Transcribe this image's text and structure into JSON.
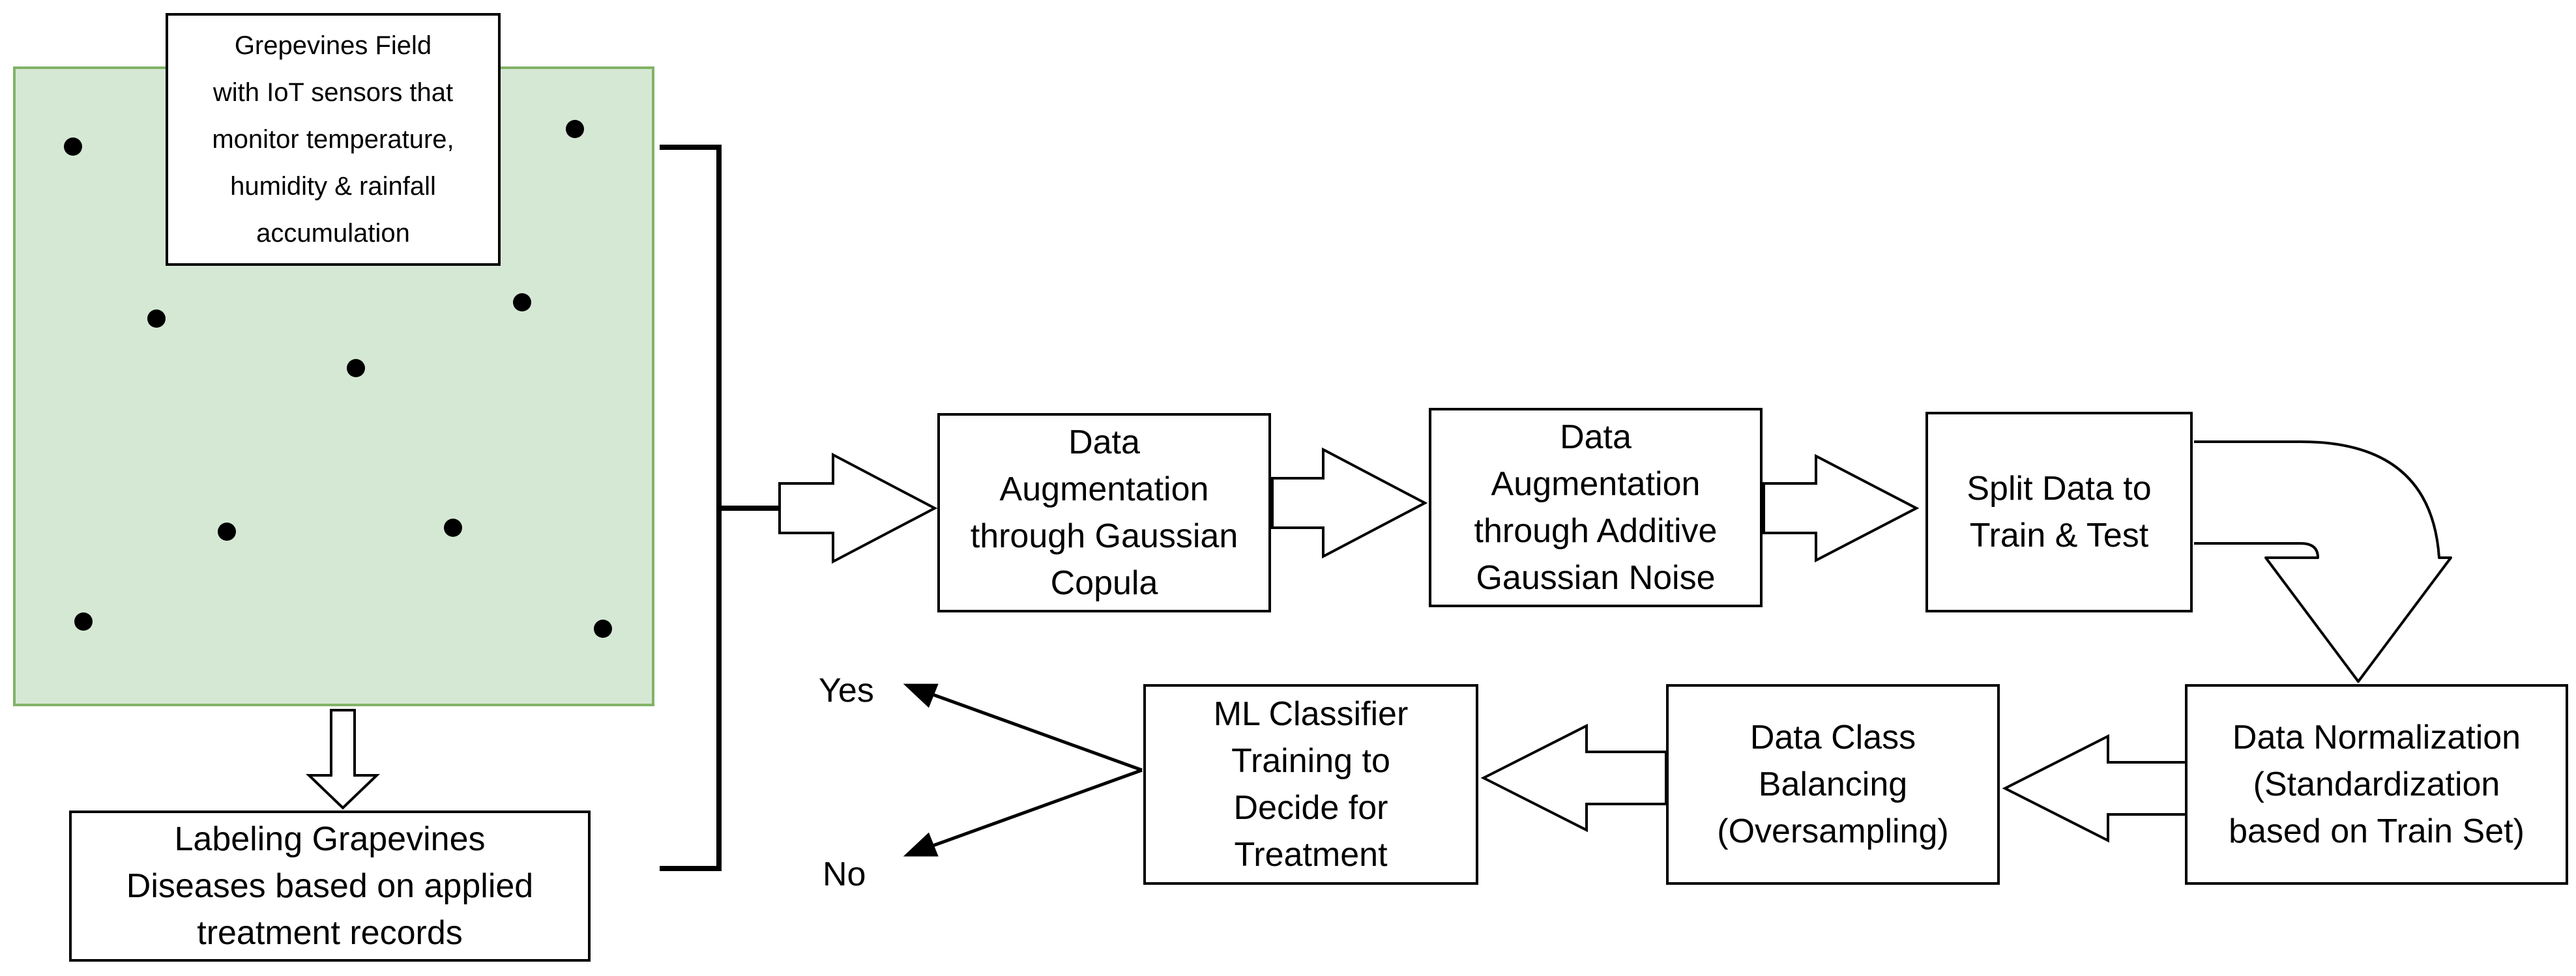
{
  "field": {
    "fill_color": "#d5e8d4",
    "border_color": "#82b366",
    "sensor_label": "Grepevines Field\nwith IoT sensors that\nmonitor temperature,\nhumidity & rainfall\naccumulation"
  },
  "steps": {
    "labeling": "Labeling Grapevines\nDiseases based on applied\ntreatment records",
    "augment_copula": "Data\nAugmentation\nthrough Gaussian\nCopula",
    "augment_noise": "Data\nAugmentation\nthrough Additive\nGaussian Noise",
    "split": "Split Data to\nTrain & Test",
    "normalization": "Data Normalization\n(Standardization\nbased on Train Set)",
    "balancing": "Data Class\nBalancing\n(Oversampling)",
    "classifier": "ML Classifier\nTraining to\nDecide for\nTreatment"
  },
  "outcomes": {
    "yes": "Yes",
    "no": "No"
  }
}
